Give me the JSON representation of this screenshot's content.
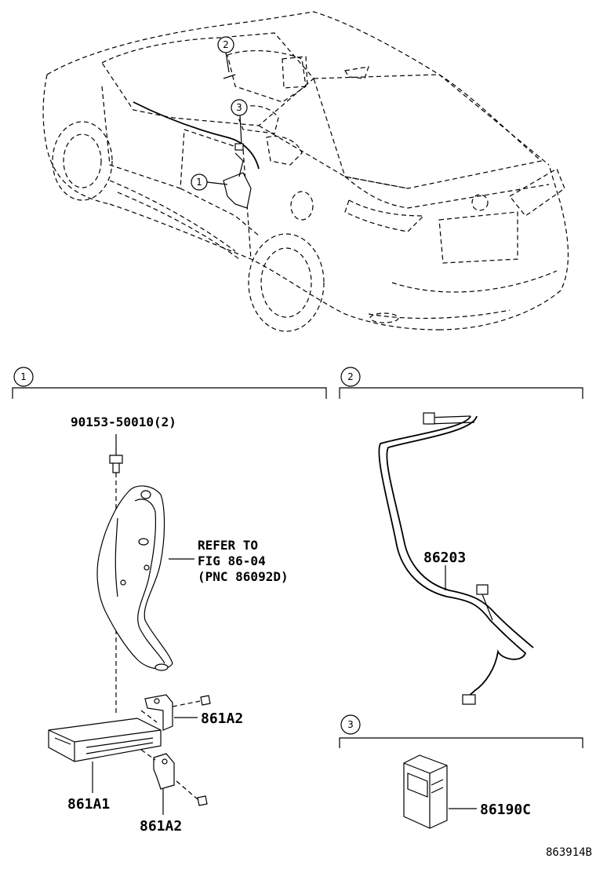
{
  "sections": [
    {
      "number": "1"
    },
    {
      "number": "2"
    },
    {
      "number": "3"
    }
  ],
  "car_callouts": [
    "1",
    "2",
    "3"
  ],
  "parts": {
    "bolt": "90153-50010(2)",
    "refer_line1": "REFER TO",
    "refer_line2": "FIG 86-04",
    "refer_line3": "(PNC 86092D)",
    "bracket_upper": "861A2",
    "bracket_lower": "861A2",
    "module": "861A1",
    "wire_harness": "86203",
    "switch": "86190C"
  },
  "figure_code": "863914B"
}
